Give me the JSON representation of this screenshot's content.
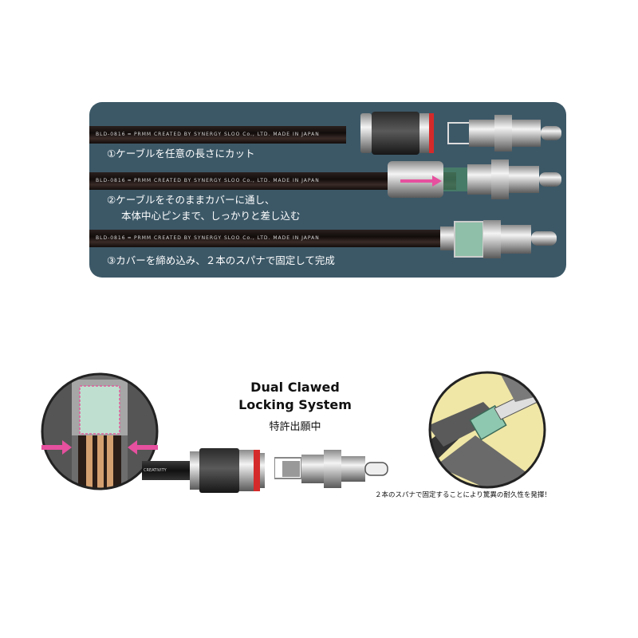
{
  "instructions": {
    "cable_print": "BLD-0816 ━ PRMM CREATED BY SYNERGY SLOO Co., LTD.  MADE IN JAPAN",
    "steps": [
      {
        "text": "①ケーブルを任意の長さにカット"
      },
      {
        "text": "②ケーブルをそのままカバーに通し、",
        "text2": "本体中心ピンまで、しっかりと差し込む"
      },
      {
        "text": "③カバーを締め込み、２本のスパナで固定して完成"
      }
    ]
  },
  "feature": {
    "title_line1": "Dual Clawed",
    "title_line2": "Locking System",
    "patent": "特許出願中",
    "cable_label": "CREATIVITY",
    "caption": "２本のスパナで固定することにより驚異の耐久性を発揮！"
  },
  "colors": {
    "panel": "#3c5867",
    "pink_arrow": "#e6509e",
    "red_ring": "#d52a2a",
    "claw_green": "#7fb59c",
    "wrench_bg": "#f0e6a6"
  }
}
